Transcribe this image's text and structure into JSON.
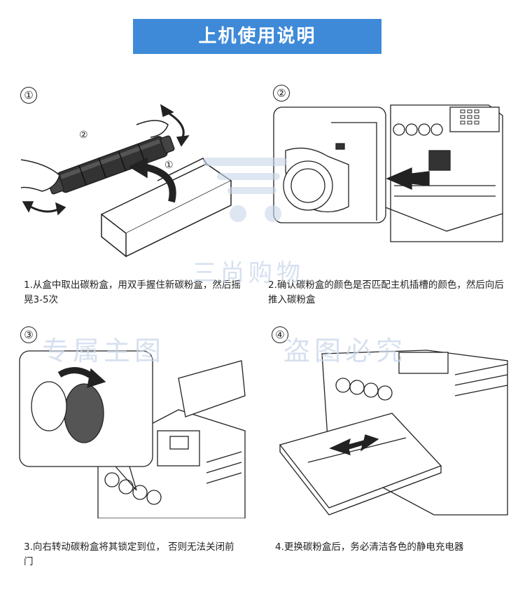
{
  "title": "上机使用说明",
  "steps": [
    {
      "num": "①",
      "caption": "1.从盒中取出碳粉盒，用双手握住新碳粉盒，然后摇晃3-5次",
      "inner_labels": [
        "②",
        "①"
      ]
    },
    {
      "num": "②",
      "caption": "2.确认碳粉盒的颜色是否匹配主机插槽的颜色，然后向后推入碳粉盒"
    },
    {
      "num": "③",
      "caption": "3.向右转动碳粉盒将其锁定到位， 否则无法关闭前门"
    },
    {
      "num": "④",
      "caption": "4.更换碳粉盒后，务必清洁各色的静电充电器"
    }
  ],
  "watermarks": {
    "center": "三尚购物",
    "left": "专属主图",
    "right": "盗图必究"
  },
  "colors": {
    "banner": "#3e8ad8",
    "watermark": "#c9d6ea"
  }
}
